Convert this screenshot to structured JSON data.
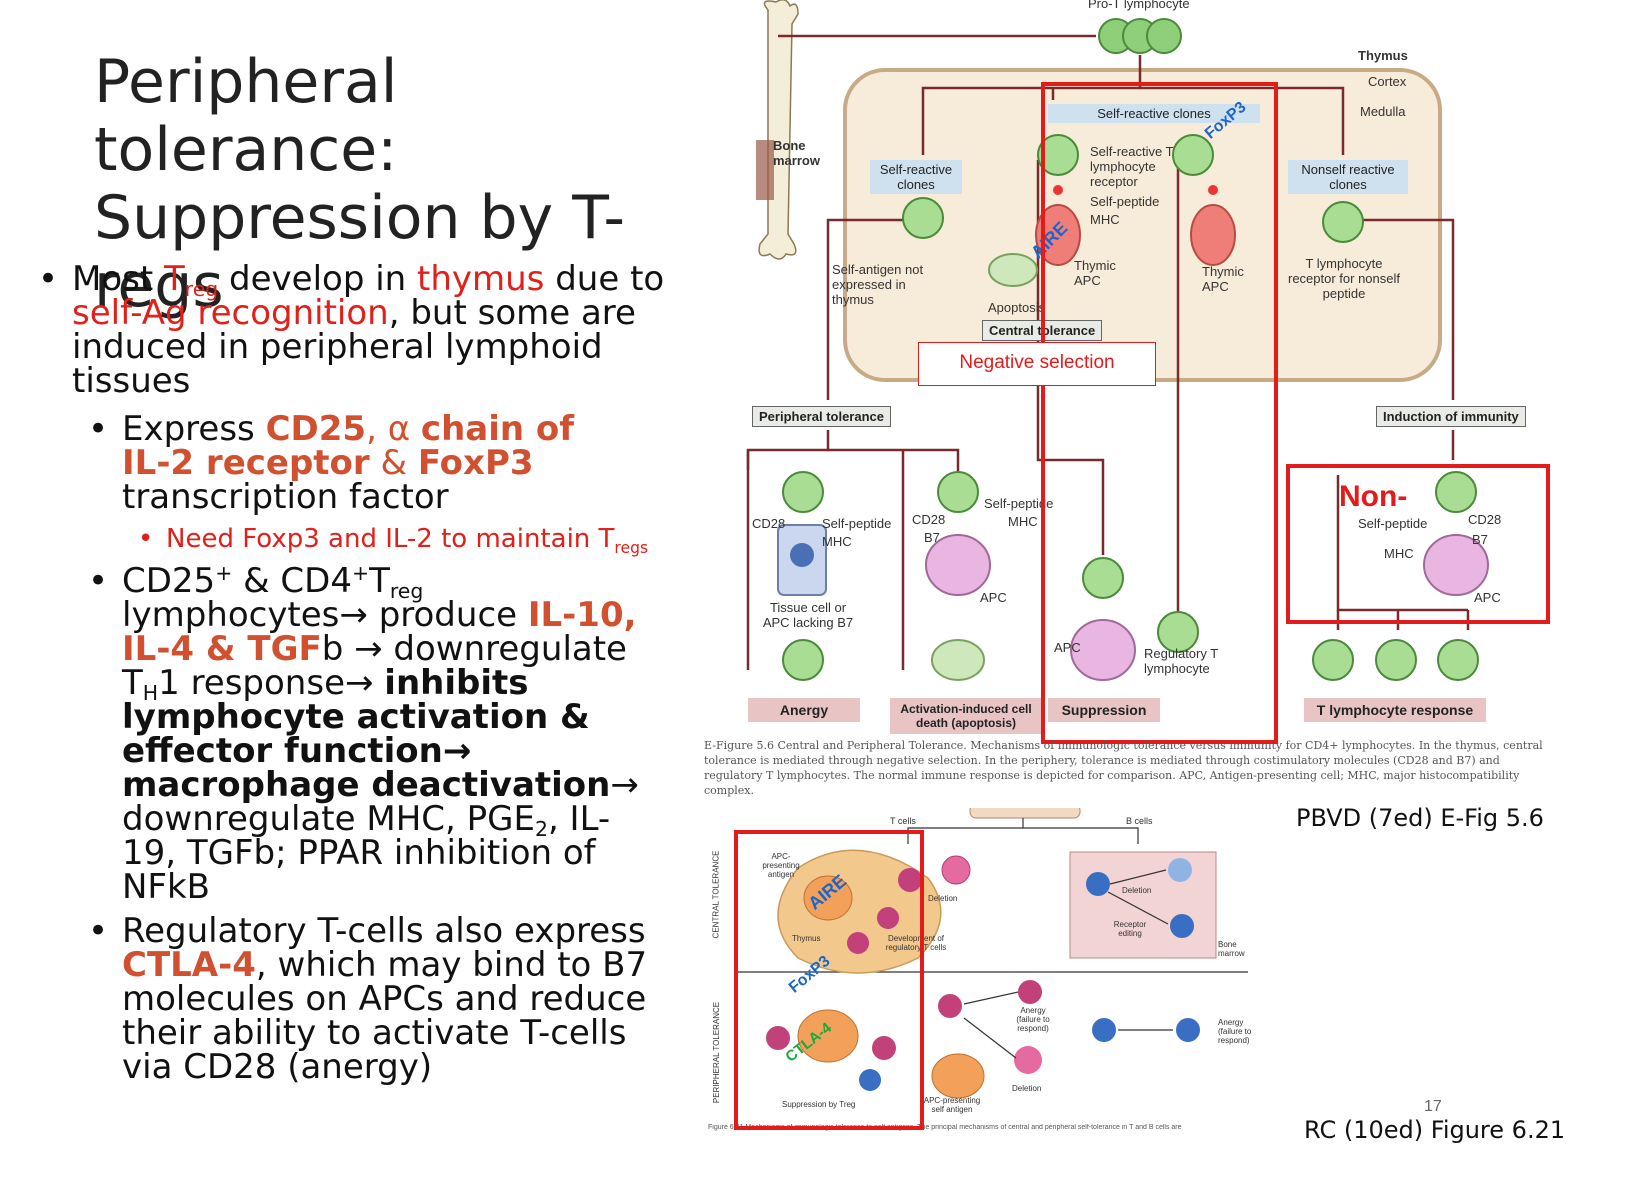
{
  "slide": {
    "title_line1": "Peripheral tolerance:",
    "title_line2": "Suppression by T-regs",
    "page_number": "17"
  },
  "bullets": {
    "b1_most": "Most ",
    "b1_t": "T",
    "b1_reg": "reg",
    "b1_develop": " develop in ",
    "b1_thymus": "thymus",
    "b1_dueto": " due to ",
    "b1_selfag": "self-Ag recognition",
    "b1_rest": ", but some are induced in peripheral lymphoid tissues",
    "b2_express": "Express ",
    "b2_cd25": "CD25",
    "b2_comma": ", α ",
    "b2_chain": "chain of IL-2 receptor",
    "b2_amp": " & ",
    "b2_foxp3": "FoxP3",
    "b2_tf": " transcription factor",
    "b3_need": "Need Foxp3 and IL-2 to maintain T",
    "b3_regs": "regs",
    "b4_a": "CD25",
    "b4_plus1": "+",
    "b4_b": " & CD4",
    "b4_plus2": "+",
    "b4_t": "T",
    "b4_reg": "reg",
    "b4_c": " lymphocytes→ produce ",
    "b4_il": "IL-10, IL-4 & TGF",
    "b4_b2": "b → downregulate T",
    "b4_h": "H",
    "b4_d": "1 response→ ",
    "b4_bold": "inhibits lymphocyte activation & effector function→ macrophage deactivation",
    "b4_e": "→ downregulate MHC, PGE",
    "b4_2": "2",
    "b4_f": ", IL-19, TGFb; PPAR inhibition of NFkB",
    "b5_a": "Regulatory T-cells also express ",
    "b5_ctla": "CTLA-4",
    "b5_b": ", which may bind to B7 molecules on APCs and reduce their ability to activate T-cells via CD28 (anergy)"
  },
  "figure_top": {
    "pro_t": "Pro-T lymphocyte",
    "thymus": "Thymus",
    "cortex": "Cortex",
    "medulla": "Medulla",
    "bone_marrow": "Bone marrow",
    "self_reactive_clones_a": "Self-reactive clones",
    "self_reactive_clones_b": "Self-reactive clones",
    "nonself_reactive": "Nonself reactive clones",
    "self_reactive_tcr": "Self-reactive T lymphocyte receptor",
    "self_peptide": "Self-peptide",
    "mhc": "MHC",
    "self_antigen_not": "Self-antigen not expressed in thymus",
    "thymic_apc_1": "Thymic APC",
    "thymic_apc_2": "Thymic APC",
    "tcr_nonself": "T lymphocyte receptor for nonself peptide",
    "apoptosis": "Apoptosis",
    "central_tolerance": "Central tolerance",
    "negative_selection": "Negative selection",
    "peripheral_tolerance": "Peripheral tolerance",
    "induction_immunity": "Induction of immunity",
    "cd28_a": "CD28",
    "self_peptide_a": "Self-peptide",
    "mhc_a": "MHC",
    "tissue_cell": "Tissue cell or APC lacking B7",
    "cd28_b": "CD28",
    "b7_b": "B7",
    "self_peptide_b": "Self-peptide",
    "mhc_b": "MHC",
    "apc_b": "APC",
    "apc_c": "APC",
    "regulatory_t": "Regulatory T lymphocyte",
    "non": "Non-",
    "self_peptide_d": "Self-peptide",
    "mhc_d": "MHC",
    "cd28_d": "CD28",
    "b7_d": "B7",
    "apc_d": "APC",
    "anergy": "Anergy",
    "aicd": "Activation-induced cell death (apoptosis)",
    "suppression": "Suppression",
    "t_response": "T lymphocyte response",
    "aire": "AIRE",
    "foxp3": "FoxP3",
    "caption": "E-Figure 5.6 Central and Peripheral Tolerance. Mechanisms of immunologic tolerance versus immunity for CD4+ lymphocytes. In the thymus, central tolerance is mediated through negative selection. In the periphery, tolerance is mediated through costimulatory molecules (CD28 and B7) and regulatory T lymphocytes. The normal immune response is depicted for comparison. APC, Antigen-presenting cell; MHC, major histocompatibility complex."
  },
  "figure_bottom": {
    "t_cells": "T cells",
    "b_cells": "B cells",
    "central_tol": "CENTRAL TOLERANCE",
    "peripheral_tol": "PERIPHERAL TOLERANCE",
    "apc_presenting": "APC-presenting antigen",
    "deletion_1": "Deletion",
    "thymus": "Thymus",
    "dev_treg": "Development of regulatory T cells",
    "deletion_2": "Deletion",
    "receptor_editing": "Receptor editing",
    "bone_marrow": "Bone marrow",
    "anergy_1": "Anergy (failure to respond)",
    "anergy_2": "Anergy (failure to respond)",
    "deletion_3": "Deletion",
    "suppression_treg": "Suppression by Treg",
    "apc_self": "APC-presenting self antigen",
    "aire": "AIRE",
    "foxp3": "FoxP3",
    "ctla4": "CTLA-4",
    "caption": "Figure 6.21 Mechanisms of immunologic tolerance to self antigens. The principal mechanisms of central and peripheral self-tolerance in T and B cells are"
  },
  "refs": {
    "pbvd": "PBVD (7ed) E-Fig 5.6",
    "rc": "RC (10ed) Figure 6.21"
  },
  "colors": {
    "accent_red": "#e31b1b",
    "text_red": "#e0201a",
    "orange_bold": "#d05030",
    "annot_blue": "#1d66c8",
    "annot_green": "#19a83a",
    "cell_green": "#8fcf7a",
    "thymus_fill": "#f7ecd9",
    "label_pink": "#e8c4c4",
    "label_blue": "#cfe1ef"
  }
}
